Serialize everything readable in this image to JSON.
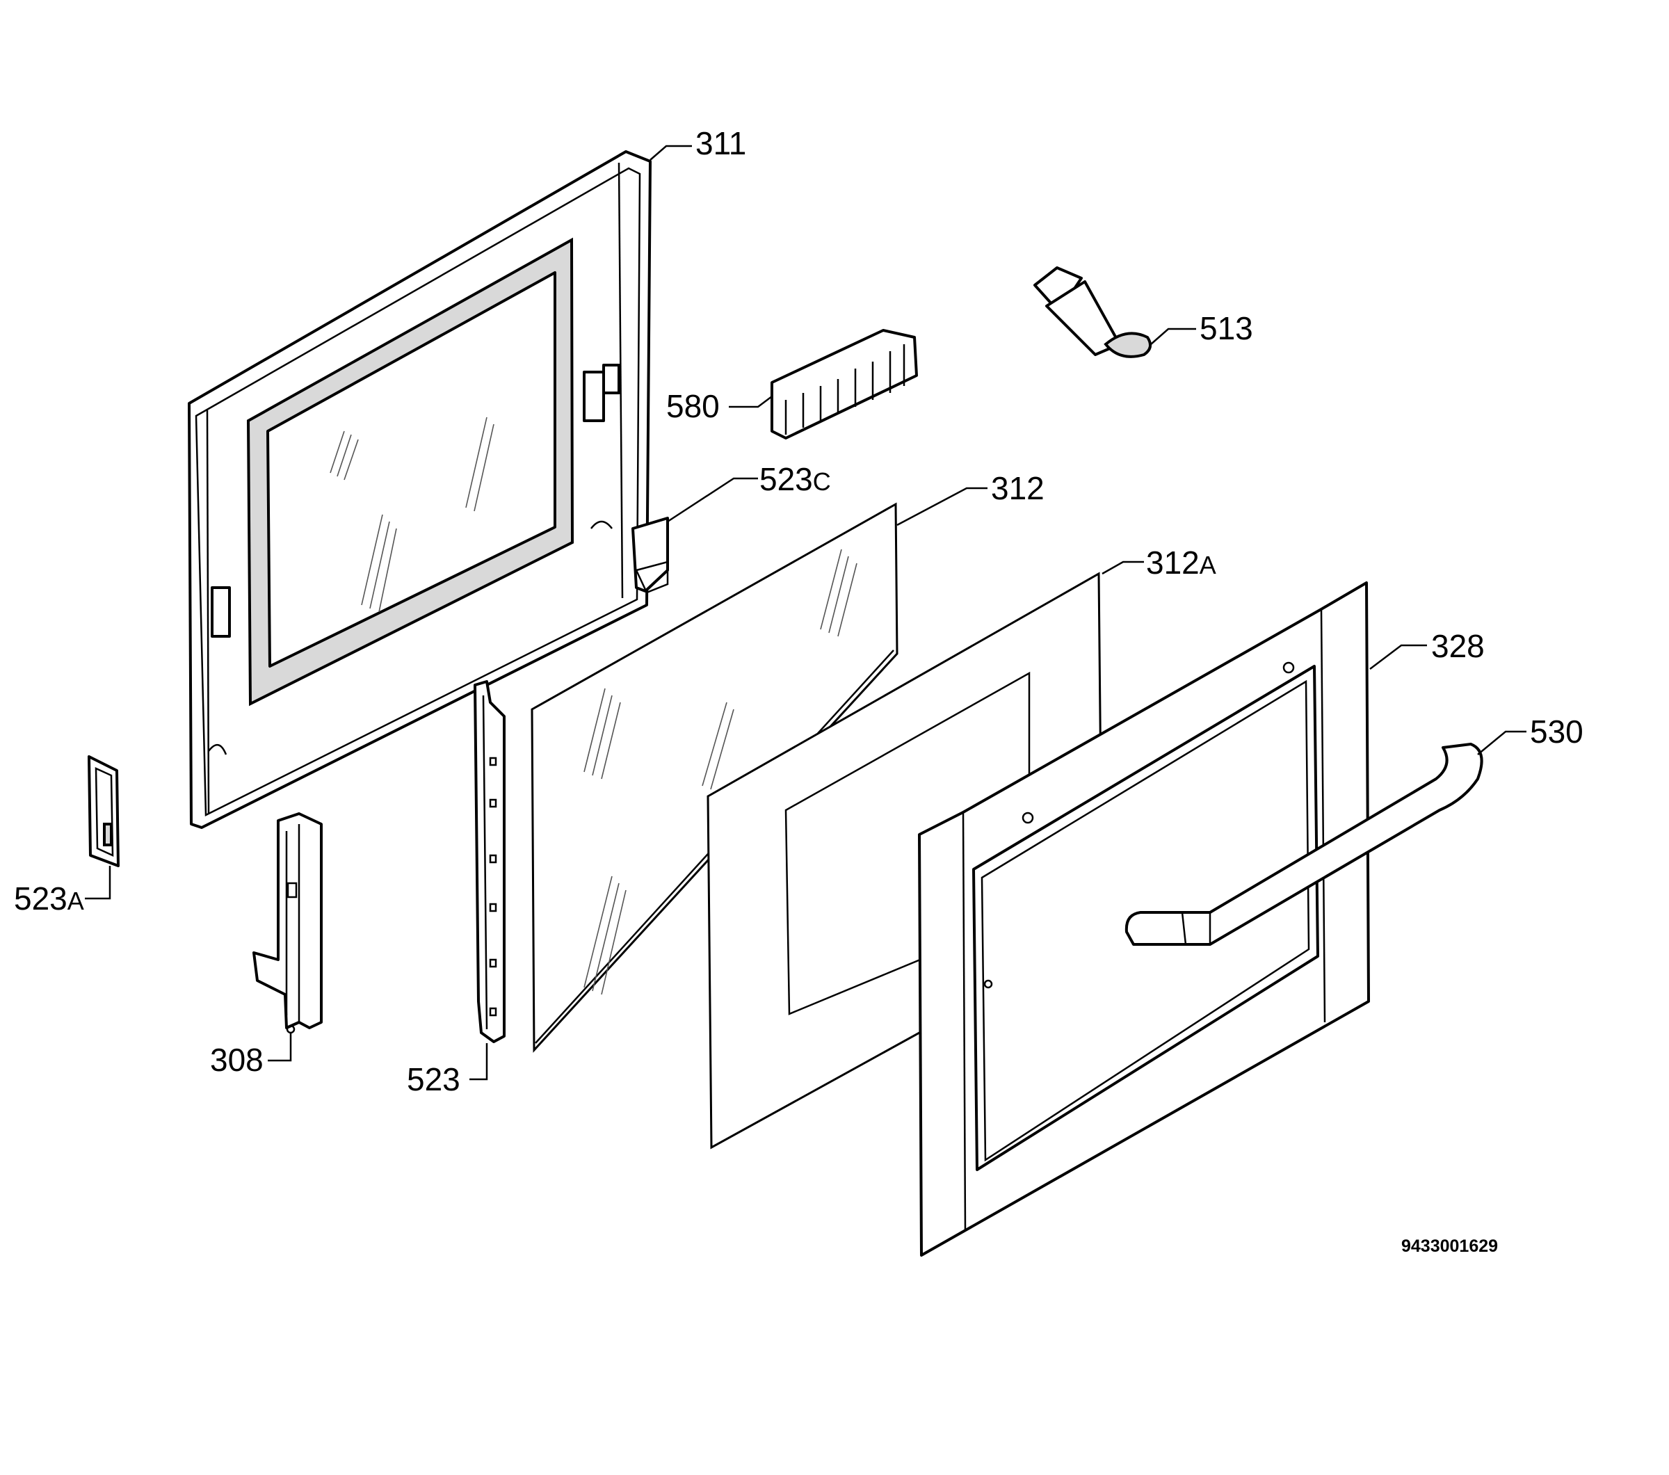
{
  "parts": [
    {
      "id": "311",
      "label": "311"
    },
    {
      "id": "513",
      "label": "513"
    },
    {
      "id": "580",
      "label": "580"
    },
    {
      "id": "523C",
      "label": "523",
      "suffix": "C"
    },
    {
      "id": "312",
      "label": "312"
    },
    {
      "id": "312A",
      "label": "312",
      "suffix": "A"
    },
    {
      "id": "328",
      "label": "328"
    },
    {
      "id": "530",
      "label": "530"
    },
    {
      "id": "523A",
      "label": "523",
      "suffix": "A"
    },
    {
      "id": "308",
      "label": "308"
    },
    {
      "id": "523",
      "label": "523"
    }
  ],
  "drawing_number": "9433001629"
}
